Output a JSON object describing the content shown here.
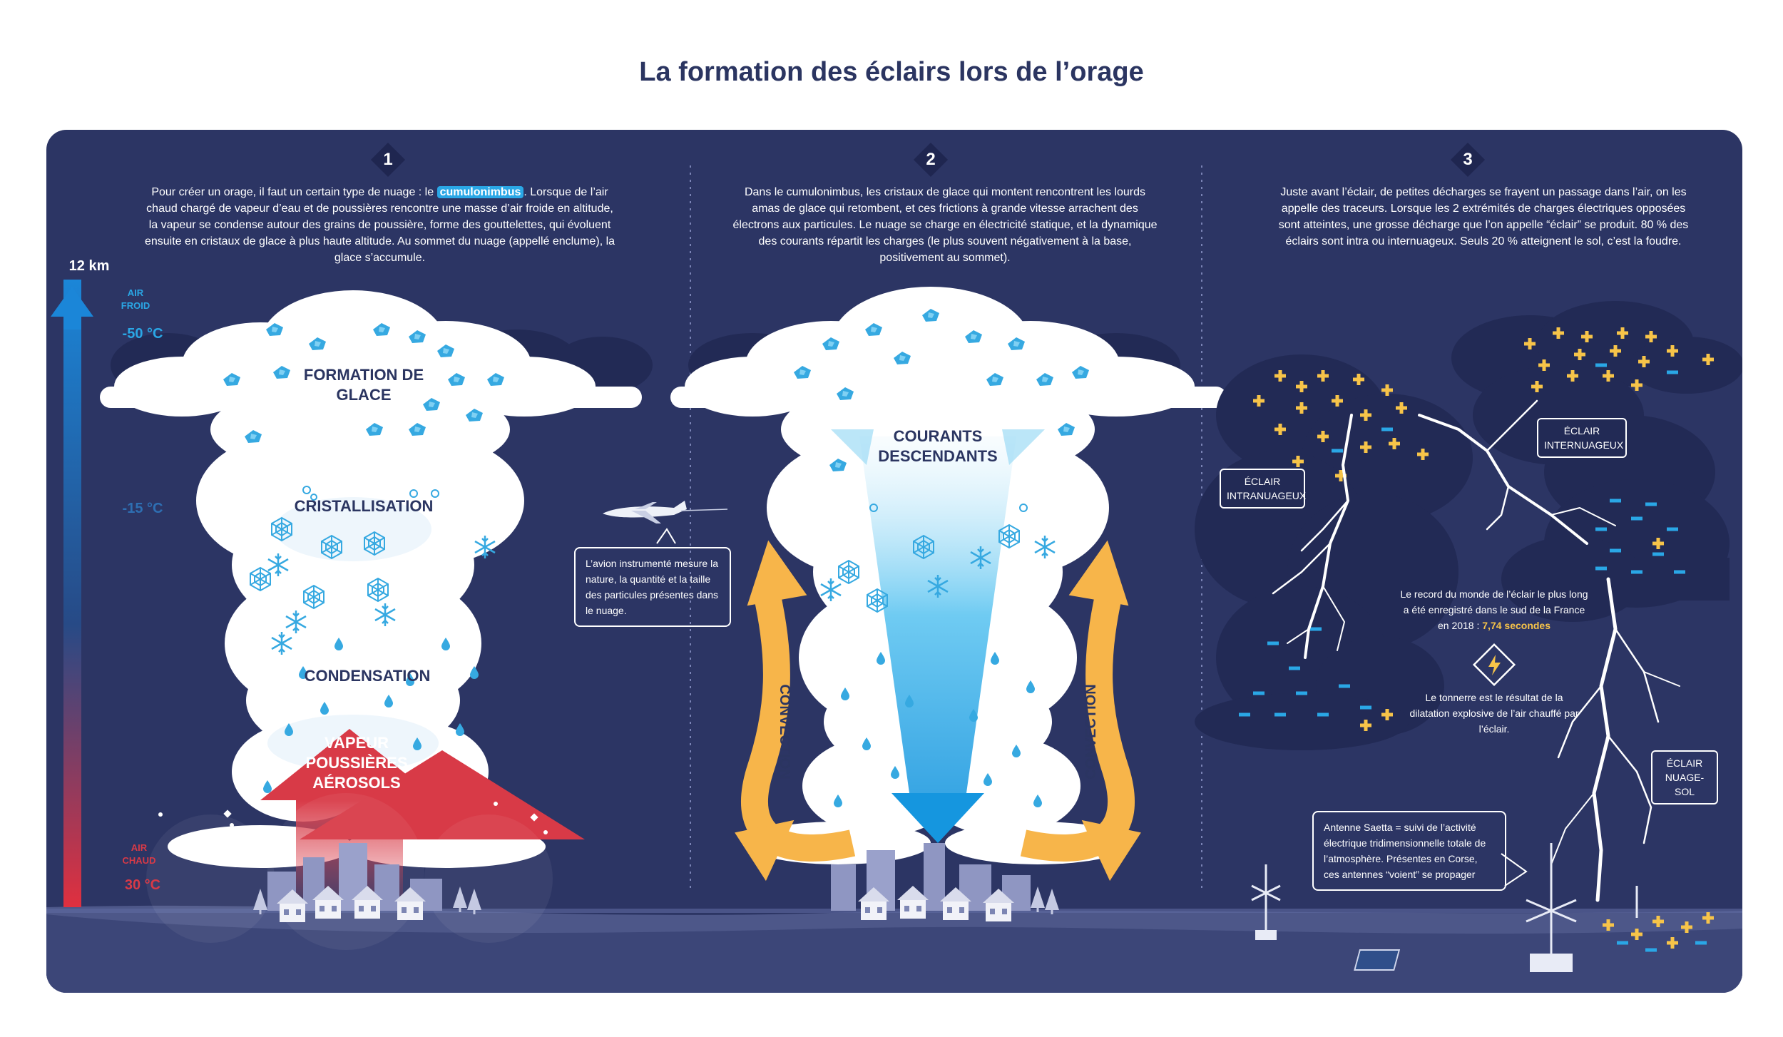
{
  "title": "La formation des éclairs lors de l’orage",
  "scale": {
    "top_km": "12 km",
    "cold_label_1": "AIR",
    "cold_label_2": "FROID",
    "temp_top": "-50 °C",
    "temp_mid": "-15 °C",
    "warm_label_1": "AIR",
    "warm_label_2": "CHAUD",
    "temp_bottom": "30 °C"
  },
  "steps": [
    {
      "number": "1",
      "text_before": "Pour créer un orage, il faut un certain type de nuage : le ",
      "highlight": "cumulonimbus",
      "text_after": ". Lorsque de l’air chaud chargé de vapeur d’eau et de poussières rencontre une masse d’air froide en altitude, la vapeur se condense autour des grains de poussière, forme des gouttelettes, qui évoluent ensuite en cristaux de glace à plus haute altitude. Au sommet du nuage (appellé enclume), la glace s’accumule."
    },
    {
      "number": "2",
      "text": "Dans le cumulonimbus, les cristaux de glace qui montent rencontrent les lourds amas de glace qui retombent, et ces frictions à grande vitesse arrachent des électrons aux particules. Le nuage se charge en électricité statique, et la dynamique des courants répartit les charges (le plus souvent négativement à la base, positivement au sommet)."
    },
    {
      "number": "3",
      "text": "Juste avant l’éclair, de petites décharges se frayent un passage dans l’air, on les appelle des traceurs. Lorsque les 2 extrémités de charges électriques opposées sont atteintes, une grosse décharge que l’on appelle “éclair” se produit. 80 % des éclairs sont intra ou internuageux. Seuls 20 % atteignent le sol, c’est la foudre."
    }
  ],
  "panel1": {
    "ice": "FORMATION DE GLACE",
    "crystal": "CRISTALLISATION",
    "condensation": "CONDENSATION",
    "vapor_1": "VAPEUR",
    "vapor_2": "POUSSIÈRES",
    "vapor_3": "AÉROSOLS"
  },
  "panel2": {
    "down_1": "COURANTS",
    "down_2": "DESCENDANTS",
    "convection_left": "CONVECTION",
    "convection_right": "CONVECTION",
    "plane_note": "L’avion instrumenté mesure la nature, la quantité et la taille des particules présentes dans le nuage."
  },
  "panel3": {
    "intra": "ÉCLAIR INTRANUAGEUX",
    "inter": "ÉCLAIR INTERNUAGEUX",
    "ground": "ÉCLAIR NUAGE-SOL",
    "record_before": "Le record du monde de l’éclair le plus long a été enregistré dans le sud de la France en 2018 : ",
    "record_value": "7,74 secondes",
    "thunder": "Le tonnerre est le résultat de la dilatation explosive de l’air chauffé par l’éclair.",
    "antenna": "Antenne Saetta = suivi de l’activité électrique tridimensionnelle totale de l’atmosphère. Présentes en Corse, ces antennes “voient” se propager"
  },
  "colors": {
    "panel_bg": "#2c3564",
    "cloud": "#ffffff",
    "ice": "#36a9e1",
    "arrow_orange": "#f7b54a",
    "arrow_red": "#d63a47",
    "ground": "#5a6494",
    "plus_charge": "#f7c449",
    "minus_charge": "#2aa7e6"
  }
}
